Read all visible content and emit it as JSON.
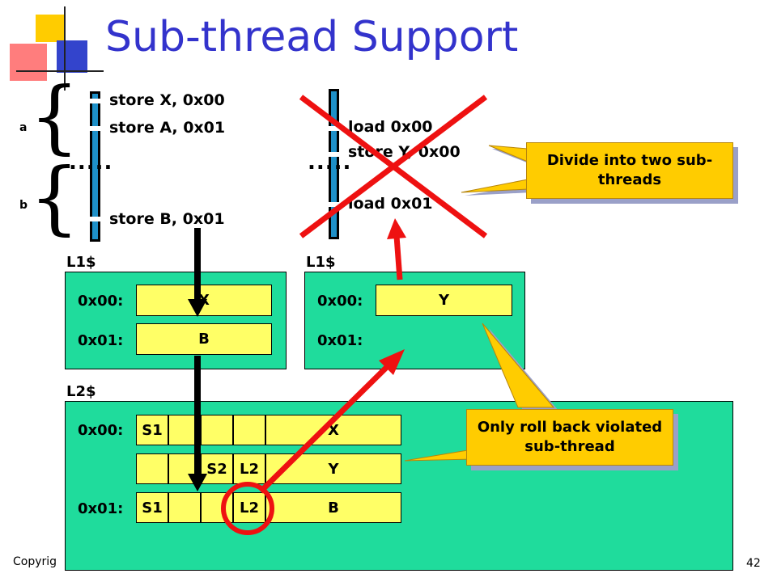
{
  "slide": {
    "title": "Sub-thread Support",
    "page_number": "42",
    "footer_text": "Copyrig"
  },
  "thread_a": {
    "brace_a_label": "a",
    "brace_b_label": "b",
    "instr1": "store X, 0x00",
    "instr2": "store A, 0x01",
    "instr3": "store B, 0x01",
    "dots": "....."
  },
  "thread_b": {
    "instr1": "load 0x00",
    "instr2": "store Y, 0x00",
    "instr3": "load 0x01",
    "dots": "....."
  },
  "l1_left": {
    "label": "L1$",
    "row0_addr": "0x00:",
    "row0_val": "X",
    "row1_addr": "0x01:",
    "row1_val": "B"
  },
  "l1_right": {
    "label": "L1$",
    "row0_addr": "0x00:",
    "row0_val": "Y",
    "row1_addr": "0x01:"
  },
  "l2": {
    "label": "L2$",
    "row0_addr": "0x00:",
    "row2_addr": "0x01:",
    "rows": [
      {
        "c1": "S1",
        "c2": "",
        "c3": "",
        "c4": "",
        "val": "X"
      },
      {
        "c1": "",
        "c2": "",
        "c3": "S2",
        "c4": "L2",
        "val": "Y"
      },
      {
        "c1": "S1",
        "c2": "",
        "c3": "",
        "c4": "L2",
        "val": "B"
      }
    ]
  },
  "callouts": {
    "divide": "Divide into two sub-threads",
    "rollback": "Only roll back violated sub-thread"
  },
  "colors": {
    "title": "#3333cc",
    "cache_bg": "#1fdc9c",
    "cell_bg": "#ffff66",
    "callout_bg": "#ffcc00",
    "cross": "#ee1111",
    "thread": "#1e90c8"
  }
}
